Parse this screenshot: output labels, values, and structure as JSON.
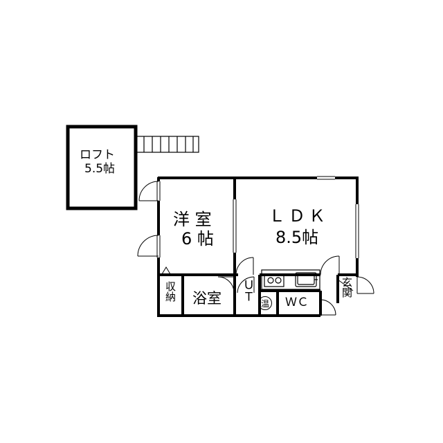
{
  "rooms": {
    "loft": {
      "name": "ロフト",
      "size": "5.5帖"
    },
    "western": {
      "name": "洋 室",
      "size": "6 帖"
    },
    "ldk": {
      "name": "ＬＤＫ",
      "size": "8.5帖"
    },
    "storage": {
      "name": "収納"
    },
    "bath": {
      "name": "浴室"
    },
    "utility": {
      "name": "ＵＴ"
    },
    "water_heater": {
      "name": "温"
    },
    "toilet": {
      "name": "ＷＣ"
    },
    "entrance": {
      "name": "玄関"
    }
  }
}
